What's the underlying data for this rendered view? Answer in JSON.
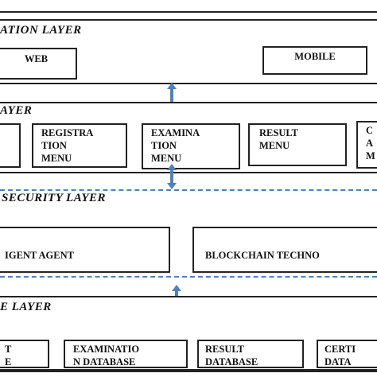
{
  "presentation_layer": {
    "title": "ATION LAYER",
    "web": "WEB",
    "mobile": "MOBILE"
  },
  "application_layer": {
    "title": "AYER",
    "menus": [
      "REGISTRA\nTION\nMENU",
      "EXAMINA\nTION\nMENU",
      "RESULT\nMENU",
      "C\nA\nM"
    ]
  },
  "security_layer": {
    "title": "SECURITY LAYER",
    "agent": "IGENT AGENT",
    "blockchain": "BLOCKCHAIN TECHNO"
  },
  "data_layer": {
    "title": "E LAYER",
    "databases": [
      "T\nE",
      "EXAMINATIO\nN DATABASE",
      "RESULT\nDATABASE",
      "CERTI\nDATA"
    ]
  },
  "colors": {
    "arrow": "#4f81bd",
    "dashed_separator": "#4f81bd",
    "border": "#222222"
  }
}
